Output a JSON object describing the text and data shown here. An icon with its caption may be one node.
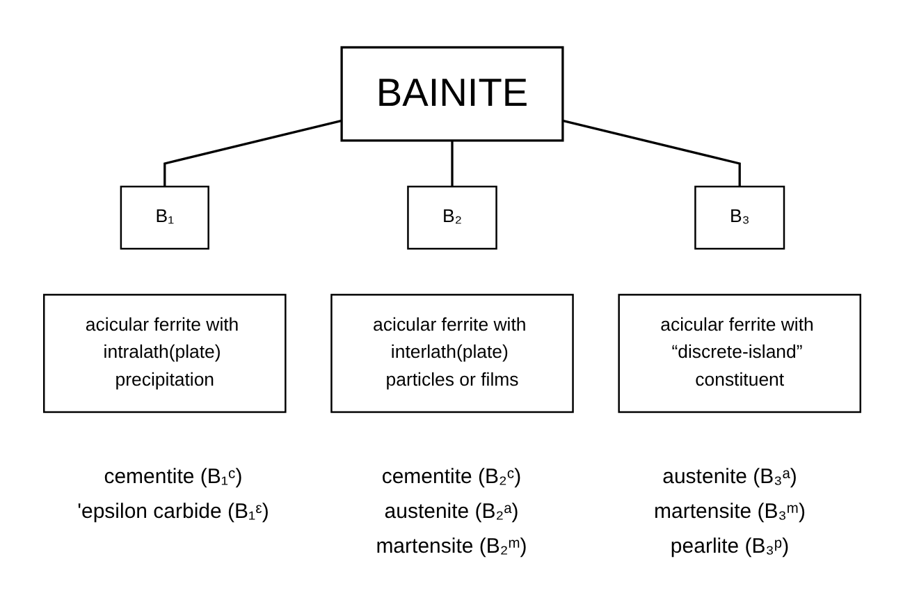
{
  "diagram": {
    "nodes": [
      {
        "text": [
          "BAINITE"
        ]
      },
      {
        "text": [
          "B₁"
        ]
      },
      {
        "text": [
          "B₂"
        ]
      },
      {
        "text": [
          "B₃"
        ]
      },
      {
        "text": [
          "acicular ferrite with intralath(plate) precipitation"
        ]
      },
      {
        "text": [
          "acicular ferrite with interlath(plate) particles or films"
        ]
      },
      {
        "text": [
          "acicular ferrite with “discrete-island” constituent"
        ]
      }
    ],
    "edges": [
      {
        "from": 0,
        "to": 1,
        "arrow": "none"
      },
      {
        "from": 0,
        "to": 2,
        "arrow": "none"
      },
      {
        "from": 0,
        "to": 3,
        "arrow": "none"
      }
    ],
    "labels": [
      "cementite (B₁ᶜ)",
      "cementite (B₂ᶜ)",
      "austenite (B₃ᵃ)",
      "'epsilon carbide (B₁ᵋ)",
      "austenite (B₂ᵃ)",
      "martensite (B₃ᵐ)",
      "martensite (B₂ᵐ)",
      "pearlite (B₃ᵖ)"
    ]
  }
}
